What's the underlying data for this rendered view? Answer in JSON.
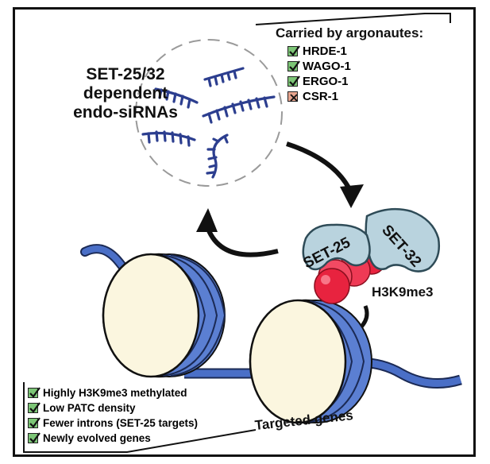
{
  "sirna_label": {
    "line1": "SET-25/32",
    "line2": "dependent",
    "line3": "endo-siRNAs"
  },
  "argonautes": {
    "title": "Carried by argonautes:",
    "items": [
      {
        "label": "HRDE-1",
        "status": "check"
      },
      {
        "label": "WAGO-1",
        "status": "check"
      },
      {
        "label": "ERGO-1",
        "status": "check"
      },
      {
        "label": "CSR-1",
        "status": "cross"
      }
    ]
  },
  "enzymes": {
    "set25": "SET-25",
    "set32": "SET-32",
    "mark": "H3K9me3"
  },
  "targets": {
    "title": "Targeted genes",
    "features": [
      "Highly H3K9me3 methylated",
      "Low PATC density",
      "Fewer introns (SET-25 targets)",
      "Newly evolved genes"
    ]
  },
  "colors": {
    "rna": "#2c3e8f",
    "dna": "#4a6fc7",
    "nucleosome_face": "#fbf6df",
    "enzyme": "#b9d3de",
    "methyl": "#e8233f",
    "check_box": "#7cc576",
    "cross_box": "#e8a58f"
  },
  "icons": {
    "check": "check-mark-icon",
    "cross": "cross-mark-icon"
  }
}
